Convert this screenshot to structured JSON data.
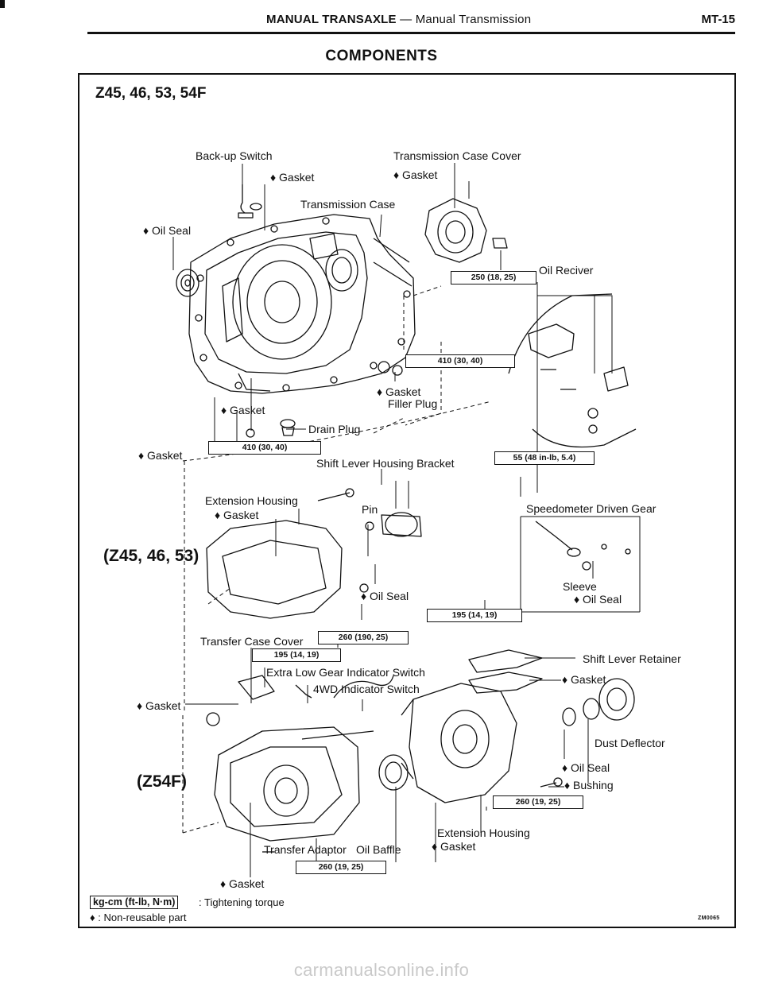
{
  "header": {
    "title_main": "MANUAL TRANSAXLE",
    "title_sub": "— Manual Transmission",
    "page_number": "MT-15"
  },
  "section_title": "COMPONENTS",
  "model_label": "Z45, 46, 53, 54F",
  "variant_labels": {
    "upper": "(Z45, 46, 53)",
    "lower": "(Z54F)"
  },
  "parts": {
    "back_up_switch": "Back-up Switch",
    "gasket_backup": "♦ Gasket",
    "transmission_case_cover": "Transmission Case Cover",
    "gasket_case_cover": "♦ Gasket",
    "transmission_case": "Transmission Case",
    "oil_seal_left": "♦ Oil Seal",
    "oil_reciver": "Oil Reciver",
    "gasket_filler": "♦ Gasket",
    "filler_plug": "Filler Plug",
    "gasket_drain": "♦ Gasket",
    "drain_plug": "Drain Plug",
    "gasket_bottom_left": "♦ Gasket",
    "shift_lever_housing_bracket": "Shift Lever Housing Bracket",
    "extension_housing_upper": "Extension Housing",
    "gasket_extension_upper": "♦ Gasket",
    "pin": "Pin",
    "speedometer_driven_gear": "Speedometer Driven Gear",
    "sleeve": "Sleeve",
    "oil_seal_speedo": "♦ Oil Seal",
    "oil_seal_center": "♦ Oil Seal",
    "transfer_case_cover": "Transfer Case Cover",
    "extra_low_gear_indicator_switch": "Extra Low Gear Indicator Switch",
    "fwd_indicator_switch": "4WD Indicator Switch",
    "shift_lever_retainer": "Shift Lever Retainer",
    "gasket_retainer": "♦ Gasket",
    "gasket_transfer_left": "♦ Gasket",
    "dust_deflector": "Dust Deflector",
    "oil_seal_right": "♦ Oil Seal",
    "bushing": "♦ Bushing",
    "extension_housing_lower": "Extension Housing",
    "gasket_extension_lower": "♦ Gasket",
    "transfer_adaptor": "Transfer Adaptor",
    "oil_baffle": "Oil Baffle",
    "gasket_bottom": "♦ Gasket"
  },
  "torques": {
    "case_cover": "250 (18, 25)",
    "case_bolt": "410 (30, 40)",
    "drain": "410 (30, 40)",
    "bracket": "55 (48 in-lb, 5.4)",
    "speedo": "195 (14, 19)",
    "transfer_cover": "260 (190, 25)",
    "extra_low_switch": "195 (14, 19)",
    "extension": "260 (19, 25)",
    "adaptor": "260 (19, 25)"
  },
  "legend": {
    "torque_unit": "kg-cm (ft-lb, N·m)",
    "torque_text": ": Tightening torque",
    "non_reusable": "♦ : Non-reusable part"
  },
  "figure_id": "ZM0065",
  "watermark": "carmanualsonline.info"
}
